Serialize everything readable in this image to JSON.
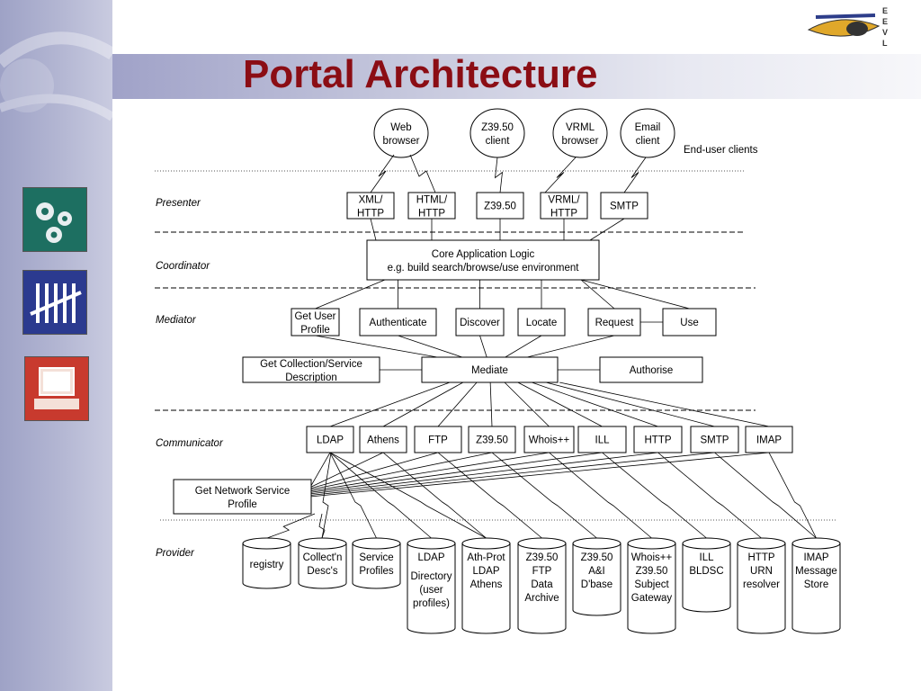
{
  "slide": {
    "title": "Portal Architecture"
  },
  "brand": {
    "logo_letters": "E E V L"
  },
  "sidebar_icons": [
    {
      "name": "gears-icon",
      "color": "#1d6f61"
    },
    {
      "name": "tally-marks-icon",
      "color": "#2b3a8f"
    },
    {
      "name": "computer-terminal-icon",
      "color": "#c83a2e"
    }
  ],
  "layers": [
    "Presenter",
    "Coordinator",
    "Mediator",
    "Communicator",
    "Provider"
  ],
  "clients": [
    {
      "line1": "Web",
      "line2": "browser"
    },
    {
      "line1": "Z39.50",
      "line2": "client"
    },
    {
      "line1": "VRML",
      "line2": "browser"
    },
    {
      "line1": "Email",
      "line2": "client"
    }
  ],
  "clients_caption": "End-user clients",
  "presenter": [
    {
      "line1": "XML/",
      "line2": "HTTP"
    },
    {
      "line1": "HTML/",
      "line2": "HTTP"
    },
    {
      "line1": "Z39.50",
      "line2": ""
    },
    {
      "line1": "VRML/",
      "line2": "HTTP"
    },
    {
      "line1": "SMTP",
      "line2": ""
    }
  ],
  "coordinator": {
    "line1": "Core Application Logic",
    "line2": "e.g. build search/browse/use environment"
  },
  "mediator": [
    {
      "line1": "Get User",
      "line2": "Profile"
    },
    {
      "line1": "Authenticate",
      "line2": ""
    },
    {
      "line1": "Discover",
      "line2": ""
    },
    {
      "line1": "Locate",
      "line2": ""
    },
    {
      "line1": "Request",
      "line2": ""
    },
    {
      "line1": "Use",
      "line2": ""
    }
  ],
  "collection_desc": {
    "line1": "Get Collection/Service",
    "line2": "Description"
  },
  "mediate": "Mediate",
  "authorise": "Authorise",
  "communicator": [
    "LDAP",
    "Athens",
    "FTP",
    "Z39.50",
    "Whois++",
    "ILL",
    "HTTP",
    "SMTP",
    "IMAP"
  ],
  "network_profile": {
    "line1": "Get Network Service",
    "line2": "Profile"
  },
  "providers": [
    {
      "lines": [
        "registry"
      ]
    },
    {
      "lines": [
        "Collect'n",
        "Desc's"
      ]
    },
    {
      "lines": [
        "Service",
        "Profiles"
      ]
    },
    {
      "lines": [
        "LDAP",
        "Directory",
        "(user",
        "profiles)"
      ]
    },
    {
      "lines": [
        "Ath-Prot",
        "LDAP",
        "Athens"
      ]
    },
    {
      "lines": [
        "Z39.50",
        "FTP",
        "Data",
        "Archive"
      ]
    },
    {
      "lines": [
        "Z39.50",
        "A&I",
        "D'base"
      ]
    },
    {
      "lines": [
        "Whois++",
        "Z39.50",
        "Subject",
        "Gateway"
      ]
    },
    {
      "lines": [
        "ILL",
        "BLDSC"
      ]
    },
    {
      "lines": [
        "HTTP",
        "URN",
        "resolver"
      ]
    },
    {
      "lines": [
        "IMAP",
        "Message",
        "Store"
      ]
    }
  ]
}
